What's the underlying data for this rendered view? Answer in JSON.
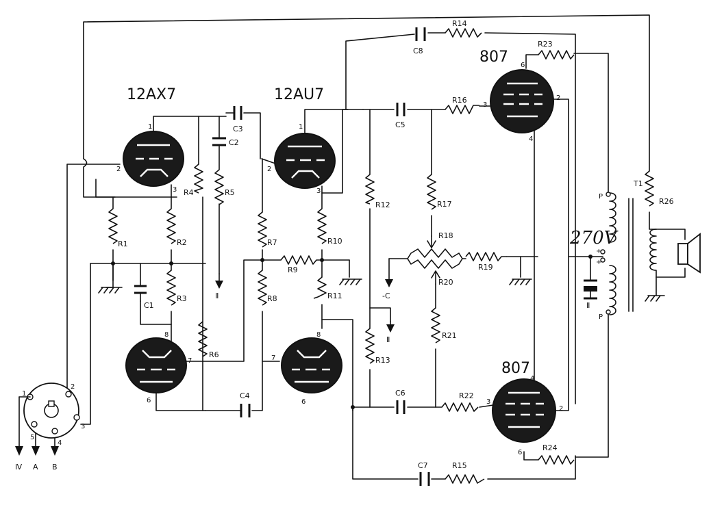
{
  "tubes": {
    "v1": "12AX7",
    "v2": "12AU7",
    "v3": "807",
    "v4": "807"
  },
  "resistors": [
    "R1",
    "R2",
    "R3",
    "R4",
    "R5",
    "R6",
    "R7",
    "R8",
    "R9",
    "R10",
    "R11",
    "R12",
    "R13",
    "R14",
    "R15",
    "R16",
    "R17",
    "R18",
    "R19",
    "R20",
    "R21",
    "R22",
    "R23",
    "R24",
    "R26"
  ],
  "capacitors": [
    "C1",
    "C2",
    "C3",
    "C4",
    "C5",
    "C6",
    "C7",
    "C8"
  ],
  "transformer": "T1",
  "supply_labels": {
    "neg_c": "-C",
    "roman_a": "Ⅱ",
    "roman_b": "Ⅱ",
    "roman_c": "Ⅱ"
  },
  "connector": {
    "pins": [
      "1",
      "2",
      "3",
      "4",
      "5"
    ],
    "outputs": [
      "Ⅳ",
      "A",
      "B"
    ]
  },
  "handwritten_voltage": "270V",
  "pins": {
    "v1": [
      "1",
      "2",
      "3",
      "8",
      "7",
      "6"
    ],
    "v2": [
      "1",
      "2",
      "3",
      "8",
      "7",
      "6"
    ],
    "v3": [
      "6",
      "3",
      "2",
      "4"
    ],
    "v4": [
      "4",
      "3",
      "2",
      "6"
    ]
  },
  "transformer_pins": [
    "P",
    "P",
    "+",
    "+"
  ]
}
